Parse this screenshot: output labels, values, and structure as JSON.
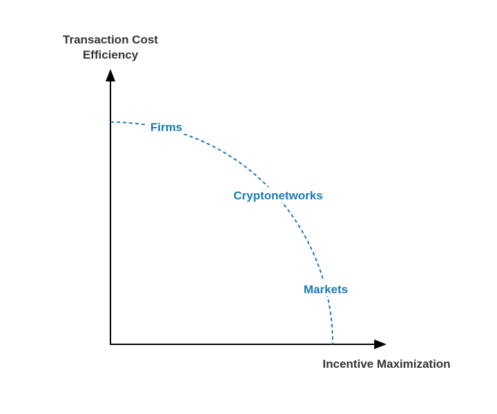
{
  "y_axis": {
    "title_line1": "Transaction Cost",
    "title_line2": "Efficiency"
  },
  "x_axis": {
    "title": "Incentive Maximization"
  },
  "frontier": {
    "style": "dashed",
    "labels": {
      "firms": "Firms",
      "cryptonetworks": "Cryptonetworks",
      "markets": "Markets"
    }
  },
  "colors": {
    "axis": "#000000",
    "text": "#333333",
    "accent": "#1a7ab5"
  }
}
